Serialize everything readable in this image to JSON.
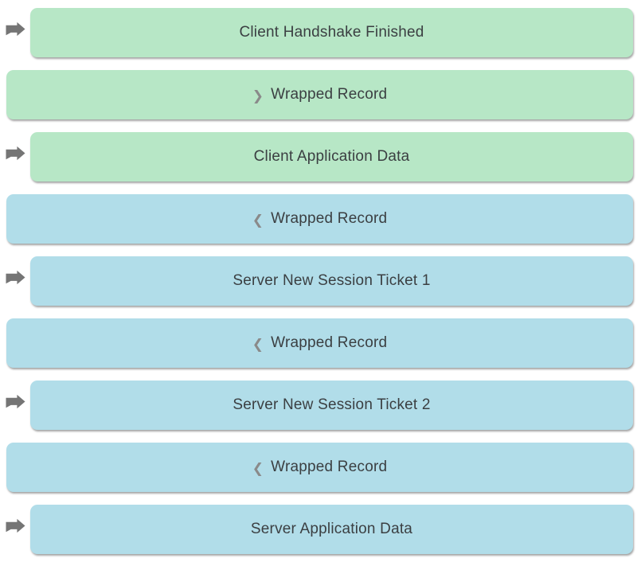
{
  "page": {
    "background": "#ffffff"
  },
  "colors": {
    "client_record": "#b7e7c6",
    "server_record": "#b1dde9",
    "label_text": "#3b3f42",
    "chevron": "#8a8a8a",
    "direction_arrow": "#757575"
  },
  "records": [
    {
      "label": "Client Handshake Finished",
      "side": "client",
      "direction_arrow": true,
      "chevron": ""
    },
    {
      "label": "Wrapped Record",
      "side": "client",
      "direction_arrow": false,
      "chevron": "❯"
    },
    {
      "label": "Client Application Data",
      "side": "client",
      "direction_arrow": true,
      "chevron": ""
    },
    {
      "label": "Wrapped Record",
      "side": "server",
      "direction_arrow": false,
      "chevron": "❮"
    },
    {
      "label": "Server New Session Ticket 1",
      "side": "server",
      "direction_arrow": true,
      "chevron": ""
    },
    {
      "label": "Wrapped Record",
      "side": "server",
      "direction_arrow": false,
      "chevron": "❮"
    },
    {
      "label": "Server New Session Ticket 2",
      "side": "server",
      "direction_arrow": true,
      "chevron": ""
    },
    {
      "label": "Wrapped Record",
      "side": "server",
      "direction_arrow": false,
      "chevron": "❮"
    },
    {
      "label": "Server Application Data",
      "side": "server",
      "direction_arrow": true,
      "chevron": ""
    }
  ]
}
